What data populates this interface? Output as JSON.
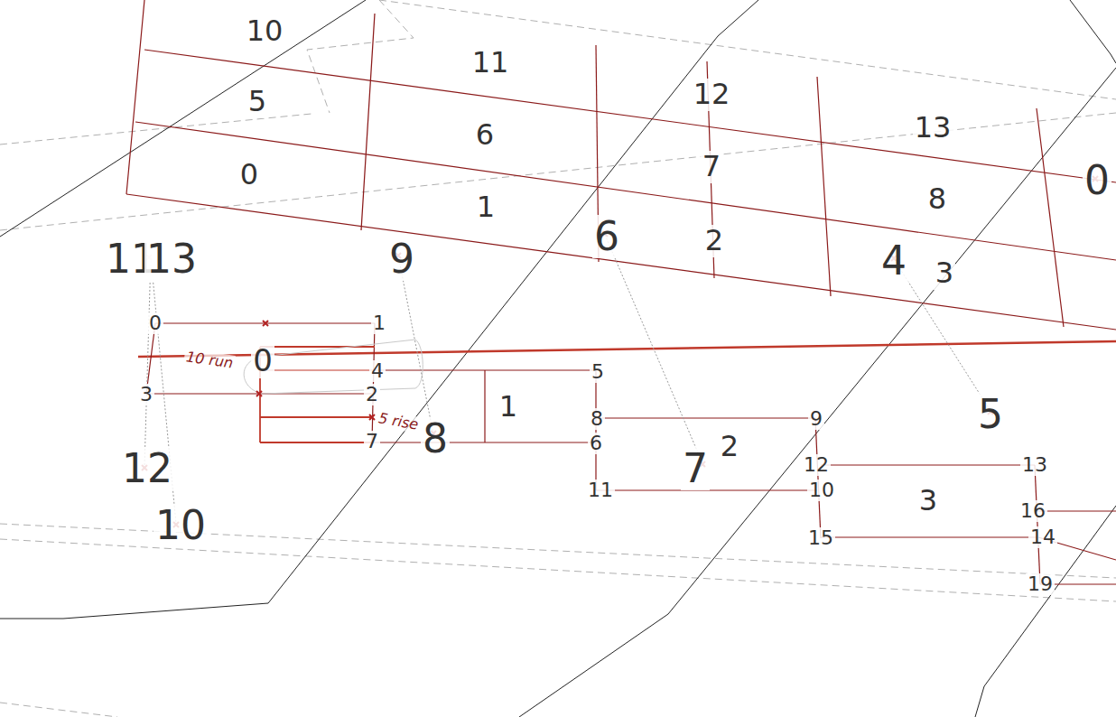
{
  "diagram": {
    "nodes": [
      {
        "text": [
          "10"
        ]
      },
      {
        "text": [
          "11"
        ]
      },
      {
        "text": [
          "12"
        ]
      },
      {
        "text": [
          "13"
        ]
      },
      {
        "text": [
          "5"
        ]
      },
      {
        "text": [
          "6"
        ]
      },
      {
        "text": [
          "7"
        ]
      },
      {
        "text": [
          "8"
        ]
      },
      {
        "text": [
          "0"
        ]
      },
      {
        "text": [
          "1"
        ]
      },
      {
        "text": [
          "2"
        ]
      },
      {
        "text": [
          "3"
        ]
      },
      {
        "text": [
          "1"
        ]
      },
      {
        "text": [
          "2"
        ]
      },
      {
        "text": [
          "3"
        ]
      }
    ],
    "labels": [
      "0",
      "11",
      "13",
      "9",
      "6",
      "4",
      "0",
      "0",
      "1",
      "10 run",
      "4",
      "2",
      "3",
      "5 rise",
      "8",
      "7",
      "5",
      "8",
      "6",
      "11",
      "9",
      "7",
      "12",
      "10",
      "15",
      "13",
      "16",
      "14",
      "19",
      "5",
      "12",
      "10"
    ]
  }
}
